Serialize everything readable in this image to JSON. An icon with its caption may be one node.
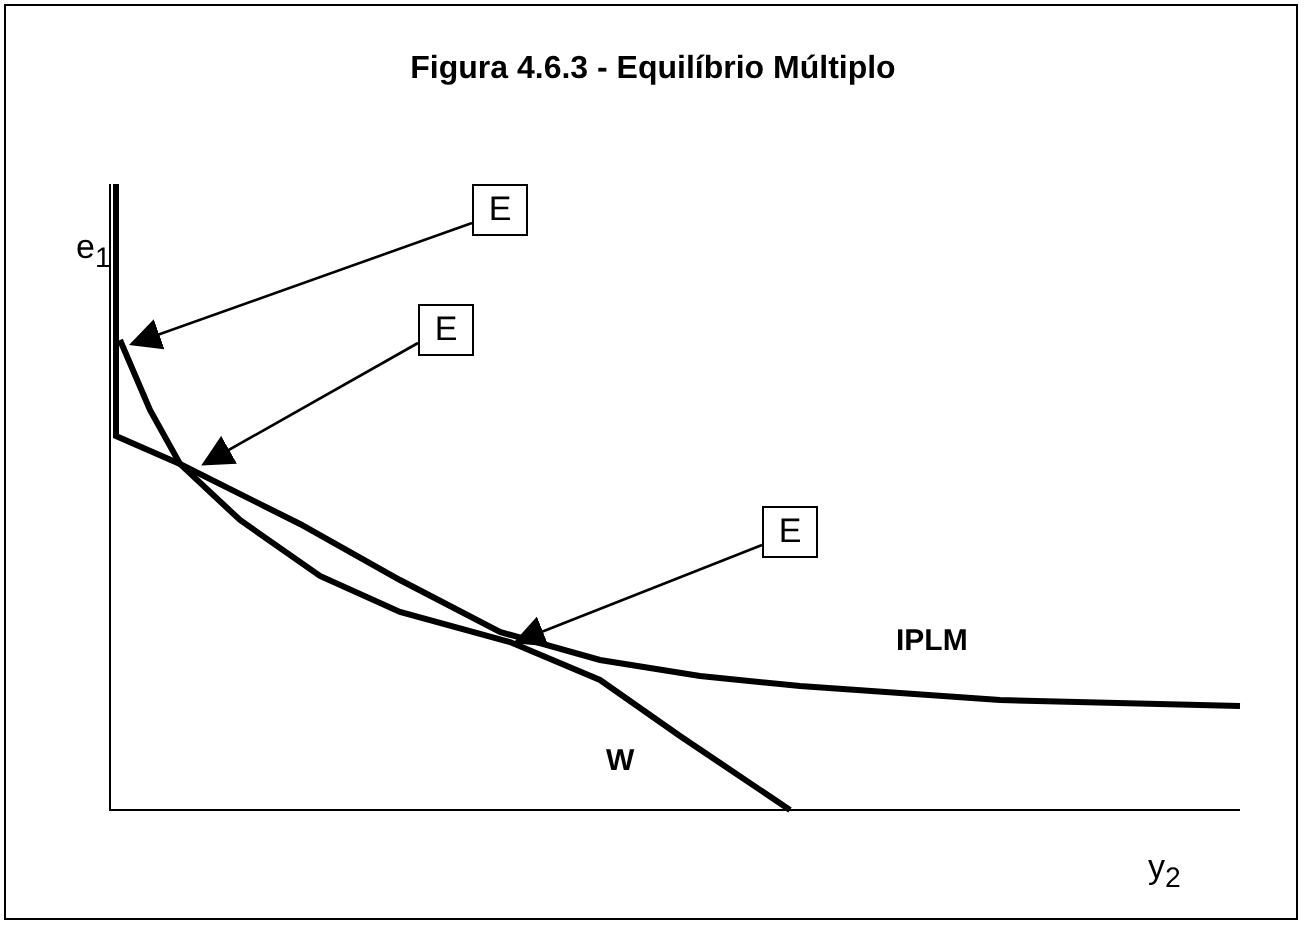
{
  "diagram": {
    "title": "Figura 4.6.3 - Equilíbrio Múltiplo",
    "nodes": [
      {
        "text": [
          "E"
        ]
      },
      {
        "text": [
          "E"
        ]
      },
      {
        "text": [
          "E"
        ]
      }
    ],
    "edges": [
      {
        "from": 0,
        "to": null,
        "arrow": "to"
      },
      {
        "from": 1,
        "to": null,
        "arrow": "to"
      },
      {
        "from": 2,
        "to": null,
        "arrow": "to"
      }
    ],
    "labels": [
      "e$_{1}$",
      "IPLM",
      "W",
      "y$_{2}$"
    ]
  }
}
